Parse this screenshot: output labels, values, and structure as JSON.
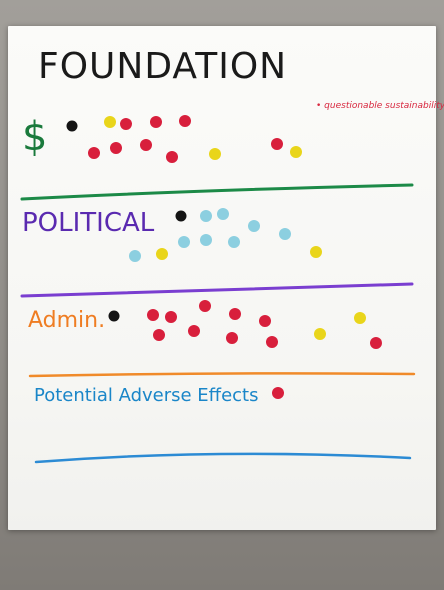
{
  "chart": {
    "title": "FOUNDATION",
    "note": "• questionable sustainability",
    "sections": [
      {
        "label": "$",
        "color": "#1a7a3c"
      },
      {
        "label": "POLITICAL",
        "color": "#5a2ab0"
      },
      {
        "label": "Admin.",
        "color": "#ef7d22"
      },
      {
        "label": "Potential Adverse Effects",
        "color": "#1a86c8"
      }
    ]
  },
  "colors": {
    "red": "#d81f3c",
    "yellow": "#e9d51a",
    "blue": "#8ccfe0",
    "black": "#141414",
    "title": "#1a1a1a",
    "note": "#d8273f",
    "green_line": "#1c8a47",
    "purple_line": "#7a3ed0",
    "orange_line": "#f08a2a",
    "blue_line": "#2c8bd4"
  }
}
